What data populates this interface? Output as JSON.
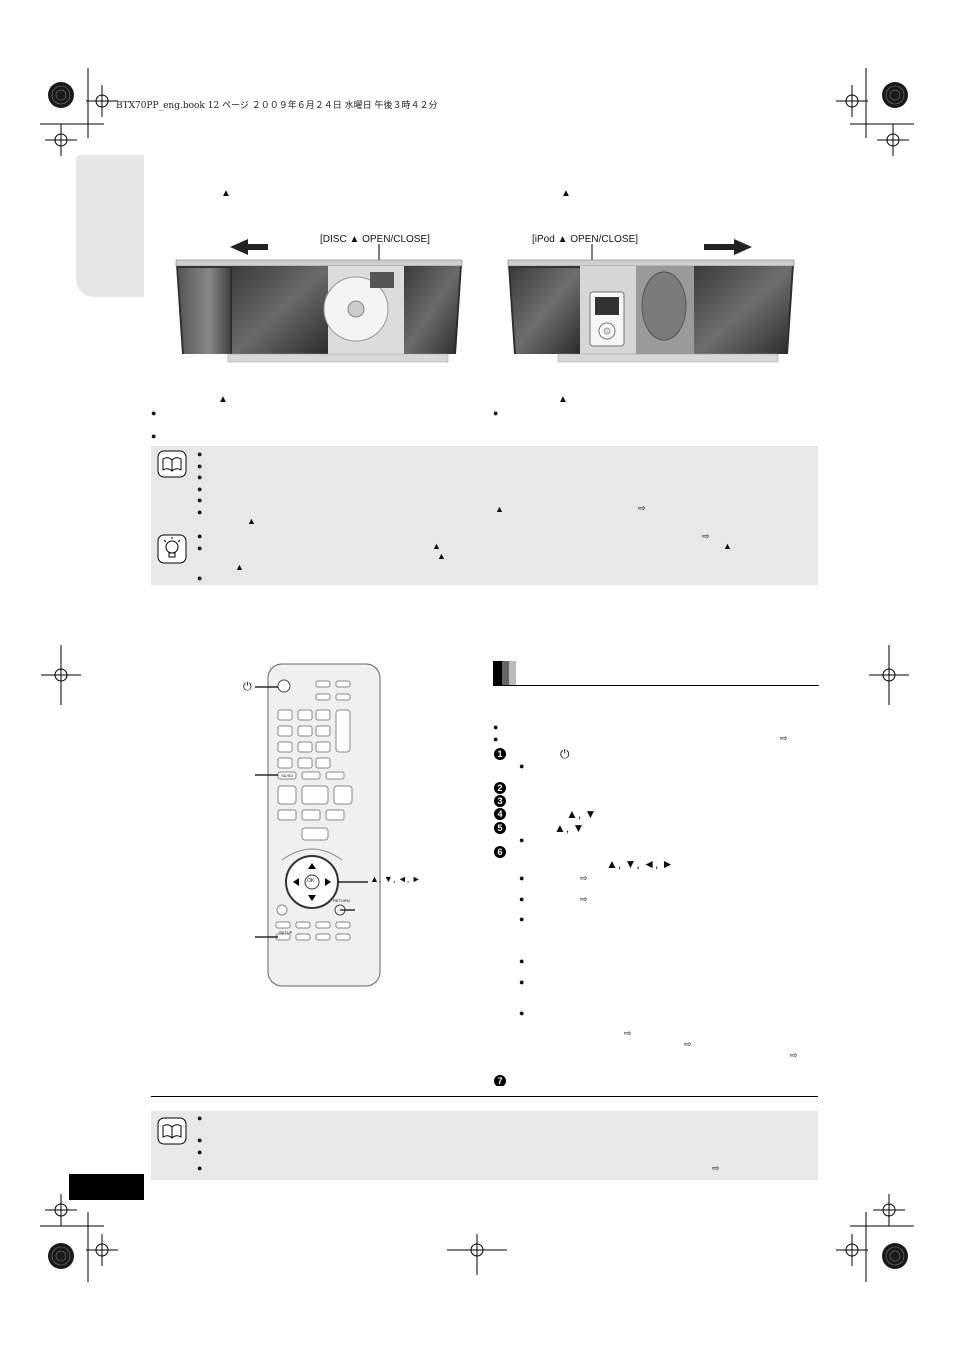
{
  "header": {
    "line": "BTX70PP_eng.book  12 ページ  ２００９年６月２４日  水曜日  午後３時４２分"
  },
  "top_eject_left": "▲",
  "top_eject_right": "▲",
  "disc_label": "[DISC ▲ OPEN/CLOSE]",
  "ipod_label": "[iPod ▲ OPEN/CLOSE]",
  "bottom_eject_left": "▲",
  "bottom_eject_right": "▲",
  "note1": {
    "eject_a": "▲",
    "eject_b": "▲"
  },
  "tip": {
    "eject_a": "▲",
    "eject_b": "▲",
    "eject_c": "▲",
    "eject_d": "▲"
  },
  "remote": {
    "power_symbol": "⏻",
    "arrows_label": "▲, ▼, ◄, ►",
    "ok_label": "OK",
    "return_label": "RETURN",
    "sdsd_label": "SD/SD",
    "setup_label": "SETUP"
  },
  "steps": {
    "s1_symbol": "⏻",
    "s4_arrows": "▲, ▼",
    "s5_arrows": "▲, ▼",
    "s6_arrows": "▲, ▼, ◄, ►"
  },
  "colors": {
    "note_bg": "#e8e8e8",
    "tab_grey": "#e6e6e6",
    "black": "#000000"
  }
}
